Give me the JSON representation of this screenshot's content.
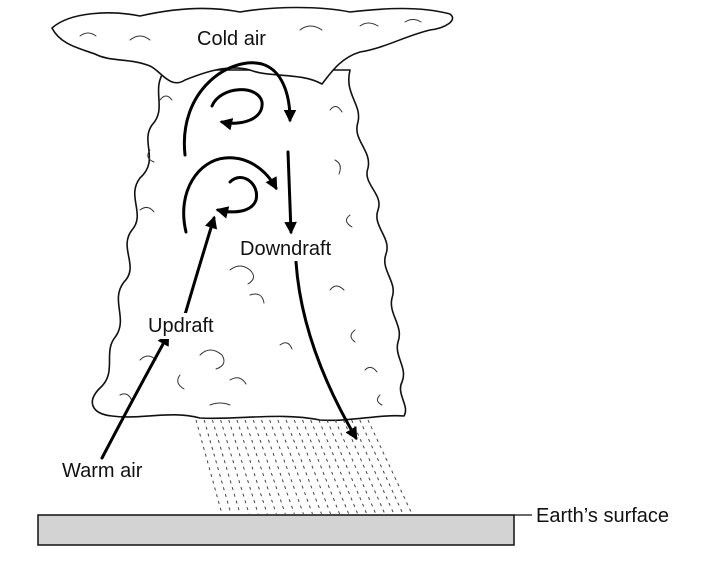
{
  "labels": {
    "cold_air": "Cold air",
    "downdraft": "Downdraft",
    "updraft": "Updraft",
    "warm_air": "Warm air",
    "earths_surface": "Earth’s surface"
  },
  "colors": {
    "ground_fill": "#d3d3d3",
    "outline": "#111111",
    "arrow": "#000000"
  }
}
